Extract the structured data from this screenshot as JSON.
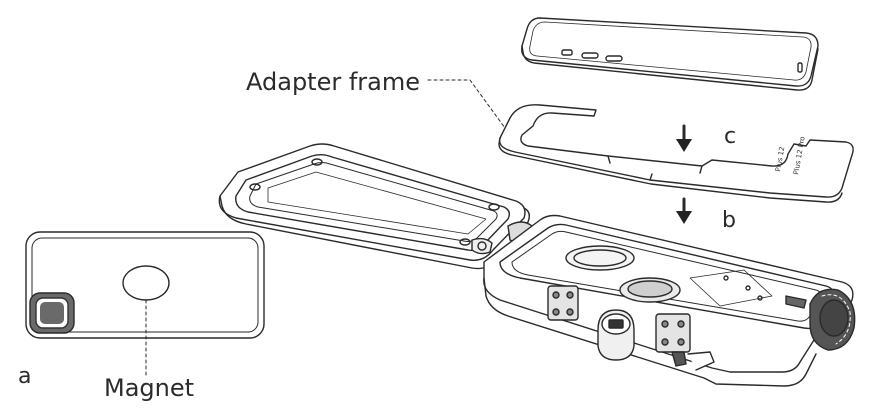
{
  "labels": {
    "adapter_frame": "Adapter frame",
    "c": "c",
    "b": "b",
    "a": "a",
    "magnet": "Magnet"
  },
  "frame_engraving": {
    "line1": "Plus 12",
    "line2": "Plus 12 Pro"
  },
  "colors": {
    "stroke": "#2a2a2a",
    "fill": "#ffffff",
    "shade": "#d9d9d9",
    "dark": "#555555"
  }
}
